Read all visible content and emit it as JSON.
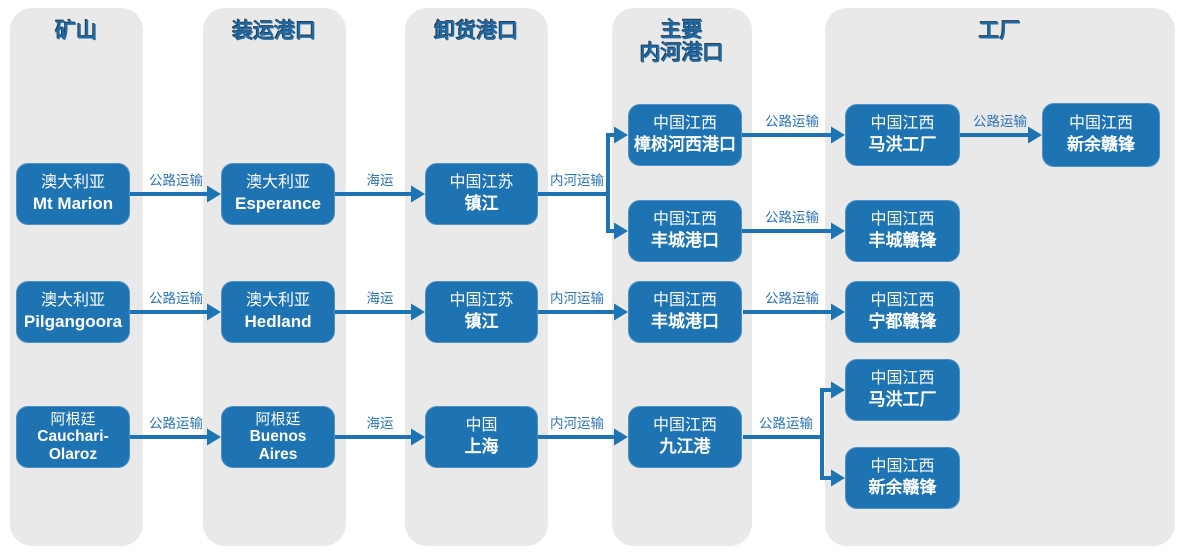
{
  "columns": [
    {
      "title": "矿山"
    },
    {
      "title": "装运港口"
    },
    {
      "title": "卸货港口"
    },
    {
      "title": "主要",
      "title2": "内河港口"
    },
    {
      "title": "工厂"
    }
  ],
  "nodes": {
    "mt_marion": {
      "region": "澳大利亚",
      "name": "Mt Marion"
    },
    "esperance": {
      "region": "澳大利亚",
      "name": "Esperance"
    },
    "zhenjiang_1": {
      "region": "中国江苏",
      "name": "镇江"
    },
    "zhangshu": {
      "region": "中国江西",
      "name": "樟树河西港口"
    },
    "fengcheng_port_1": {
      "region": "中国江西",
      "name": "丰城港口"
    },
    "mahong_1": {
      "region": "中国江西",
      "name": "马洪工厂"
    },
    "xinyu_1": {
      "region": "中国江西",
      "name": "新余赣锋"
    },
    "fengcheng_ganfeng": {
      "region": "中国江西",
      "name": "丰城赣锋"
    },
    "pilgangoora": {
      "region": "澳大利亚",
      "name": "Pilgangoora"
    },
    "hedland": {
      "region": "澳大利亚",
      "name": "Hedland"
    },
    "zhenjiang_2": {
      "region": "中国江苏",
      "name": "镇江"
    },
    "fengcheng_port_2": {
      "region": "中国江西",
      "name": "丰城港口"
    },
    "ningdu": {
      "region": "中国江西",
      "name": "宁都赣锋"
    },
    "cauchari": {
      "region": "阿根廷",
      "name": "Cauchari-",
      "name2": "Olaroz"
    },
    "buenos_aires": {
      "region": "阿根廷",
      "name": "Buenos",
      "name2": "Aires"
    },
    "shanghai": {
      "region": "中国",
      "name": "上海"
    },
    "jiujiang": {
      "region": "中国江西",
      "name": "九江港"
    },
    "mahong_2": {
      "region": "中国江西",
      "name": "马洪工厂"
    },
    "xinyu_2": {
      "region": "中国江西",
      "name": "新余赣锋"
    }
  },
  "edges": [
    {
      "from": "Mt Marion",
      "to": "Esperance",
      "label": "公路运输"
    },
    {
      "from": "Esperance",
      "to": "镇江",
      "label": "海运"
    },
    {
      "from": "镇江",
      "to": "樟树河西港口 / 丰城港口",
      "label": "内河运输"
    },
    {
      "from": "樟树河西港口",
      "to": "马洪工厂",
      "label": "公路运输"
    },
    {
      "from": "马洪工厂",
      "to": "新余赣锋",
      "label": "公路运输"
    },
    {
      "from": "丰城港口",
      "to": "丰城赣锋",
      "label": "公路运输"
    },
    {
      "from": "Pilgangoora",
      "to": "Hedland",
      "label": "公路运输"
    },
    {
      "from": "Hedland",
      "to": "镇江",
      "label": "海运"
    },
    {
      "from": "镇江",
      "to": "丰城港口",
      "label": "内河运输"
    },
    {
      "from": "丰城港口",
      "to": "宁都赣锋",
      "label": "公路运输"
    },
    {
      "from": "Cauchari-Olaroz",
      "to": "Buenos Aires",
      "label": "公路运输"
    },
    {
      "from": "Buenos Aires",
      "to": "上海",
      "label": "海运"
    },
    {
      "from": "上海",
      "to": "九江港",
      "label": "内河运输"
    },
    {
      "from": "九江港",
      "to": "马洪工厂 / 新余赣锋",
      "label": "公路运输"
    }
  ],
  "colors": {
    "node_fill": "#1e73b2",
    "line": "#1e73b2",
    "edge_label_text": "#2e74b5",
    "column_bg": "#e9e9e9",
    "header_text": "#1e6aa7"
  }
}
